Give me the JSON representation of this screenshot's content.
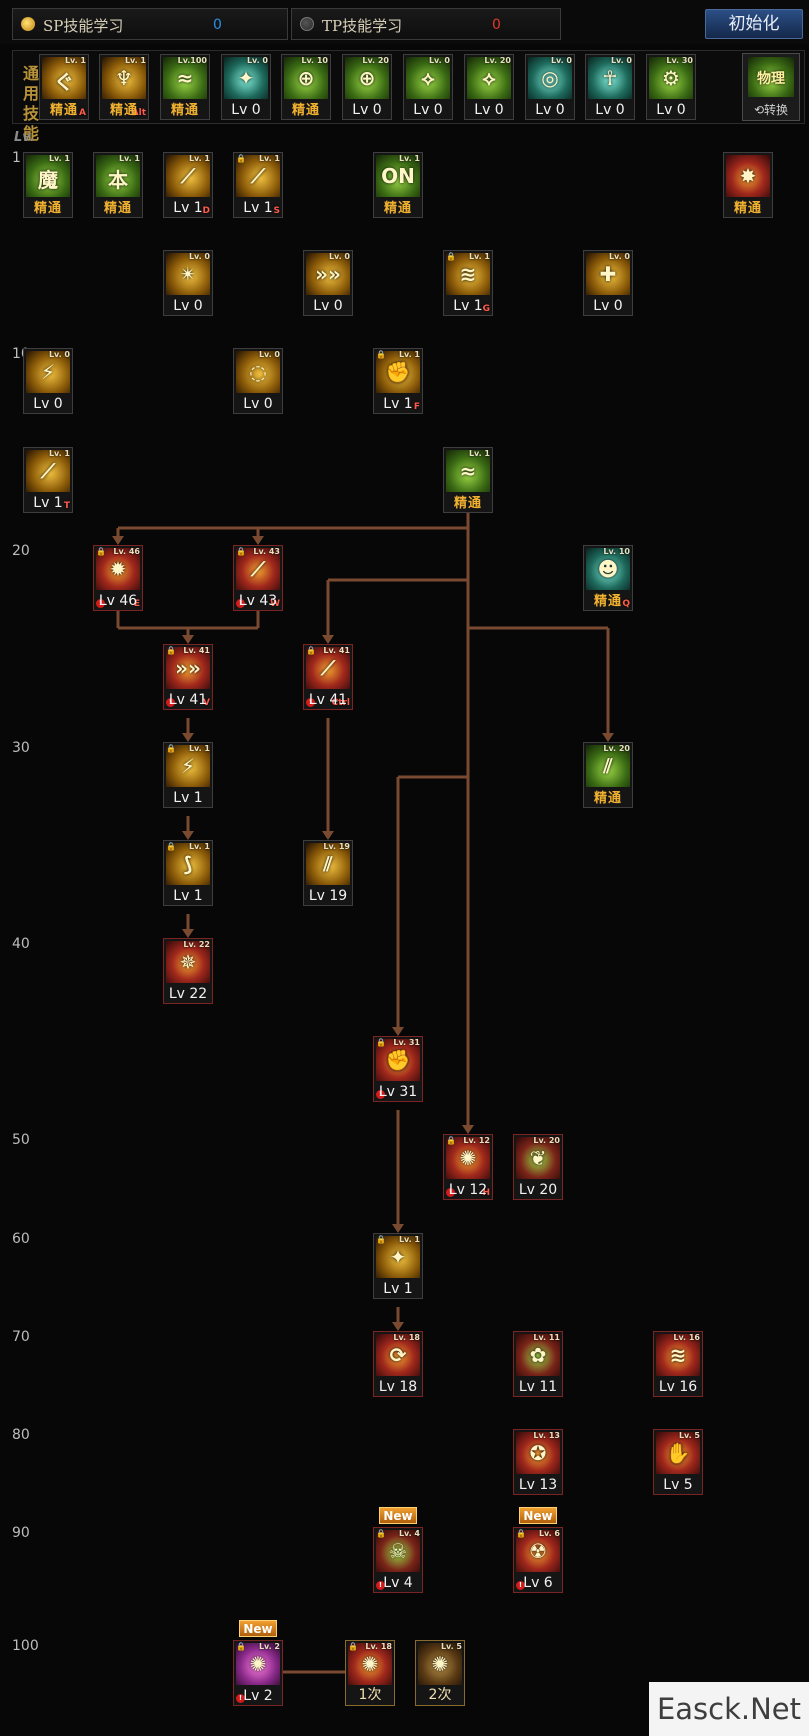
{
  "sp": {
    "label": "SP技能学习",
    "value": "0",
    "value_color": "#2a8fe0"
  },
  "tp": {
    "label": "TP技能学习",
    "value": "0",
    "value_color": "#e03a2a"
  },
  "reset_label": "初始化",
  "common_label": "通用技能",
  "swap_label": "⟲转换",
  "swap_icon_text": "物理",
  "level_header": "Lv.",
  "master_text": "精通",
  "level_rows": [
    "1",
    "10",
    "20",
    "30",
    "40",
    "50",
    "60",
    "70",
    "80",
    "90",
    "100"
  ],
  "new_label": "New",
  "common_skills": [
    {
      "id": "c1",
      "lv_tag": "Lv. 1",
      "cap": "精通",
      "type": "master",
      "key": "A",
      "color": "gold",
      "glyph": "ぐ"
    },
    {
      "id": "c2",
      "lv_tag": "Lv. 1",
      "cap": "精通",
      "type": "master",
      "key": "Alt",
      "color": "gold",
      "glyph": "♆"
    },
    {
      "id": "c3",
      "lv_tag": "Lv.100",
      "cap": "精通",
      "type": "master",
      "key": "",
      "color": "green",
      "glyph": "≈"
    },
    {
      "id": "c4",
      "lv_tag": "Lv. 0",
      "cap": "Lv 0",
      "type": "lv",
      "key": "",
      "color": "teal",
      "glyph": "✦"
    },
    {
      "id": "c5",
      "lv_tag": "Lv. 10",
      "cap": "精通",
      "type": "master",
      "key": "",
      "color": "green",
      "glyph": "⊕"
    },
    {
      "id": "c6",
      "lv_tag": "Lv. 20",
      "cap": "Lv 0",
      "type": "lv",
      "key": "",
      "color": "green",
      "glyph": "⊕"
    },
    {
      "id": "c7",
      "lv_tag": "Lv. 0",
      "cap": "Lv 0",
      "type": "lv",
      "key": "",
      "color": "green",
      "glyph": "⟡"
    },
    {
      "id": "c8",
      "lv_tag": "Lv. 20",
      "cap": "Lv 0",
      "type": "lv",
      "key": "",
      "color": "green",
      "glyph": "⟡"
    },
    {
      "id": "c9",
      "lv_tag": "Lv. 0",
      "cap": "Lv 0",
      "type": "lv",
      "key": "",
      "color": "teal",
      "glyph": "◎"
    },
    {
      "id": "c10",
      "lv_tag": "Lv. 0",
      "cap": "Lv 0",
      "type": "lv",
      "key": "",
      "color": "teal",
      "glyph": "☥"
    },
    {
      "id": "c11",
      "lv_tag": "Lv. 30",
      "cap": "Lv 0",
      "type": "lv",
      "key": "",
      "color": "green",
      "glyph": "⚙"
    }
  ],
  "skills": [
    {
      "id": "s1",
      "lv_tag": "Lv. 1",
      "cap": "精通",
      "type": "master",
      "color": "green",
      "glyph": "魔",
      "key": "",
      "lock": false,
      "awk": false
    },
    {
      "id": "s2",
      "lv_tag": "Lv. 1",
      "cap": "精通",
      "type": "master",
      "color": "green",
      "glyph": "本",
      "key": "",
      "lock": false,
      "awk": false
    },
    {
      "id": "s3",
      "lv_tag": "Lv. 1",
      "cap": "Lv 1",
      "type": "lv",
      "color": "gold",
      "glyph": "⟋",
      "key": "D",
      "lock": false,
      "awk": false
    },
    {
      "id": "s4",
      "lv_tag": "Lv. 1",
      "cap": "Lv 1",
      "type": "lv",
      "color": "gold",
      "glyph": "⟋",
      "key": "S",
      "lock": true,
      "awk": false
    },
    {
      "id": "s5",
      "lv_tag": "Lv. 1",
      "cap": "精通",
      "type": "master",
      "color": "green",
      "glyph": "ON",
      "key": "",
      "lock": false,
      "awk": false
    },
    {
      "id": "s6",
      "lv_tag": "",
      "cap": "精通",
      "type": "master",
      "color": "red",
      "glyph": "✸",
      "key": "",
      "lock": false,
      "awk": false
    },
    {
      "id": "s7",
      "lv_tag": "Lv. 0",
      "cap": "Lv 0",
      "type": "lv0",
      "color": "gold",
      "glyph": "✴",
      "key": "",
      "lock": false,
      "awk": false
    },
    {
      "id": "s8",
      "lv_tag": "Lv. 0",
      "cap": "Lv 0",
      "type": "lv0",
      "color": "gold",
      "glyph": "»»",
      "key": "",
      "lock": false,
      "awk": false
    },
    {
      "id": "s9",
      "lv_tag": "Lv. 1",
      "cap": "Lv 1",
      "type": "lv",
      "color": "gold",
      "glyph": "≋",
      "key": "G",
      "lock": true,
      "awk": false
    },
    {
      "id": "s10",
      "lv_tag": "Lv. 0",
      "cap": "Lv 0",
      "type": "lv0",
      "color": "gold",
      "glyph": "✚",
      "key": "",
      "lock": false,
      "awk": false
    },
    {
      "id": "s11",
      "lv_tag": "Lv. 0",
      "cap": "Lv 0",
      "type": "lv0",
      "color": "gold",
      "glyph": "⚡",
      "key": "",
      "lock": false,
      "awk": false
    },
    {
      "id": "s12",
      "lv_tag": "Lv. 0",
      "cap": "Lv 0",
      "type": "lv0",
      "color": "gold",
      "glyph": "◌",
      "key": "",
      "lock": false,
      "awk": false
    },
    {
      "id": "s13",
      "lv_tag": "Lv. 1",
      "cap": "Lv 1",
      "type": "lv",
      "color": "gold",
      "glyph": "✊",
      "key": "F",
      "lock": true,
      "awk": false
    },
    {
      "id": "s14",
      "lv_tag": "Lv. 1",
      "cap": "Lv 1",
      "type": "lv",
      "color": "gold",
      "glyph": "⟋",
      "key": "T",
      "lock": false,
      "awk": false
    },
    {
      "id": "s15",
      "lv_tag": "Lv. 1",
      "cap": "精通",
      "type": "master",
      "color": "green",
      "glyph": "≈",
      "key": "",
      "lock": false,
      "awk": false
    },
    {
      "id": "s16",
      "lv_tag": "Lv. 46",
      "cap": "Lv 46",
      "type": "lv",
      "color": "red",
      "glyph": "✹",
      "key": "E",
      "lock": true,
      "awk": true
    },
    {
      "id": "s17",
      "lv_tag": "Lv. 43",
      "cap": "Lv 43",
      "type": "lv",
      "color": "red",
      "glyph": "⟋",
      "key": "W",
      "lock": true,
      "awk": true
    },
    {
      "id": "s18",
      "lv_tag": "Lv. 10",
      "cap": "精通",
      "type": "master",
      "color": "teal",
      "glyph": "☻",
      "key": "Q",
      "lock": false,
      "awk": false
    },
    {
      "id": "s19",
      "lv_tag": "Lv. 41",
      "cap": "Lv 41",
      "type": "lv",
      "color": "red",
      "glyph": "»»",
      "key": "V",
      "lock": true,
      "awk": true
    },
    {
      "id": "s20",
      "lv_tag": "Lv. 41",
      "cap": "Lv 41",
      "type": "lv",
      "color": "red",
      "glyph": "⟋",
      "key": "Ctrl",
      "lock": true,
      "awk": true
    },
    {
      "id": "s21",
      "lv_tag": "Lv. 1",
      "cap": "Lv 1",
      "type": "lv",
      "color": "gold",
      "glyph": "⚡",
      "key": "",
      "lock": true,
      "awk": false
    },
    {
      "id": "s22",
      "lv_tag": "Lv. 20",
      "cap": "精通",
      "type": "master",
      "color": "green",
      "glyph": "⫽",
      "key": "",
      "lock": false,
      "awk": false
    },
    {
      "id": "s23",
      "lv_tag": "Lv. 1",
      "cap": "Lv 1",
      "type": "lv",
      "color": "gold",
      "glyph": "⟆",
      "key": "",
      "lock": true,
      "awk": false
    },
    {
      "id": "s24",
      "lv_tag": "Lv. 19",
      "cap": "Lv 19",
      "type": "lv",
      "color": "gold",
      "glyph": "⫽",
      "key": "",
      "lock": false,
      "awk": false
    },
    {
      "id": "s25",
      "lv_tag": "Lv. 22",
      "cap": "Lv 22",
      "type": "lv",
      "color": "red",
      "glyph": "✵",
      "key": "",
      "lock": false,
      "awk": true
    },
    {
      "id": "s26",
      "lv_tag": "Lv. 31",
      "cap": "Lv 31",
      "type": "lv",
      "color": "red",
      "glyph": "✊",
      "key": "",
      "lock": true,
      "awk": true
    },
    {
      "id": "s27",
      "lv_tag": "Lv. 12",
      "cap": "Lv 12",
      "type": "lv",
      "color": "red",
      "glyph": "✺",
      "key": "H",
      "lock": true,
      "awk": true
    },
    {
      "id": "s28",
      "lv_tag": "Lv. 20",
      "cap": "Lv 20",
      "type": "lv",
      "color": "redgreen",
      "glyph": "❦",
      "key": "",
      "lock": false,
      "awk": true
    },
    {
      "id": "s29",
      "lv_tag": "Lv. 1",
      "cap": "Lv 1",
      "type": "lv",
      "color": "gold",
      "glyph": "✦",
      "key": "",
      "lock": true,
      "awk": false
    },
    {
      "id": "s30",
      "lv_tag": "Lv. 18",
      "cap": "Lv 18",
      "type": "lv",
      "color": "red",
      "glyph": "⟳",
      "key": "",
      "lock": false,
      "awk": true
    },
    {
      "id": "s31",
      "lv_tag": "Lv. 11",
      "cap": "Lv 11",
      "type": "lv",
      "color": "redgreen",
      "glyph": "✿",
      "key": "",
      "lock": false,
      "awk": true
    },
    {
      "id": "s32",
      "lv_tag": "Lv. 16",
      "cap": "Lv 16",
      "type": "lv",
      "color": "red",
      "glyph": "≋",
      "key": "",
      "lock": false,
      "awk": true
    },
    {
      "id": "s33",
      "lv_tag": "Lv. 13",
      "cap": "Lv 13",
      "type": "lv",
      "color": "red",
      "glyph": "✪",
      "key": "",
      "lock": false,
      "awk": true
    },
    {
      "id": "s34",
      "lv_tag": "Lv. 5",
      "cap": "Lv 5",
      "type": "lv",
      "color": "red",
      "glyph": "✋",
      "key": "",
      "lock": false,
      "awk": true
    },
    {
      "id": "s35",
      "lv_tag": "Lv. 4",
      "cap": "Lv 4",
      "type": "lv",
      "color": "redgreen",
      "glyph": "☠",
      "key": "",
      "lock": true,
      "awk": true,
      "new": true
    },
    {
      "id": "s36",
      "lv_tag": "Lv. 6",
      "cap": "Lv 6",
      "type": "lv",
      "color": "red",
      "glyph": "☢",
      "key": "",
      "lock": true,
      "awk": true,
      "new": true
    },
    {
      "id": "s37",
      "lv_tag": "Lv. 2",
      "cap": "Lv 2",
      "type": "lv",
      "color": "purple",
      "glyph": "✺",
      "key": "",
      "lock": true,
      "awk": true,
      "new": true
    },
    {
      "id": "s38",
      "lv_tag": "Lv. 18",
      "cap": "1次",
      "type": "tier",
      "color": "red",
      "glyph": "✺",
      "key": "",
      "lock": true,
      "awk": false,
      "tier": true
    },
    {
      "id": "s39",
      "lv_tag": "Lv. 5",
      "cap": "2次",
      "type": "tier",
      "color": "brown",
      "glyph": "✺",
      "key": "",
      "lock": false,
      "awk": false,
      "tier": true
    }
  ],
  "watermark": "Easck.Net",
  "colors": {
    "line": "#7a4a30",
    "master": "#f0b030",
    "accent": "#2b4f86"
  }
}
